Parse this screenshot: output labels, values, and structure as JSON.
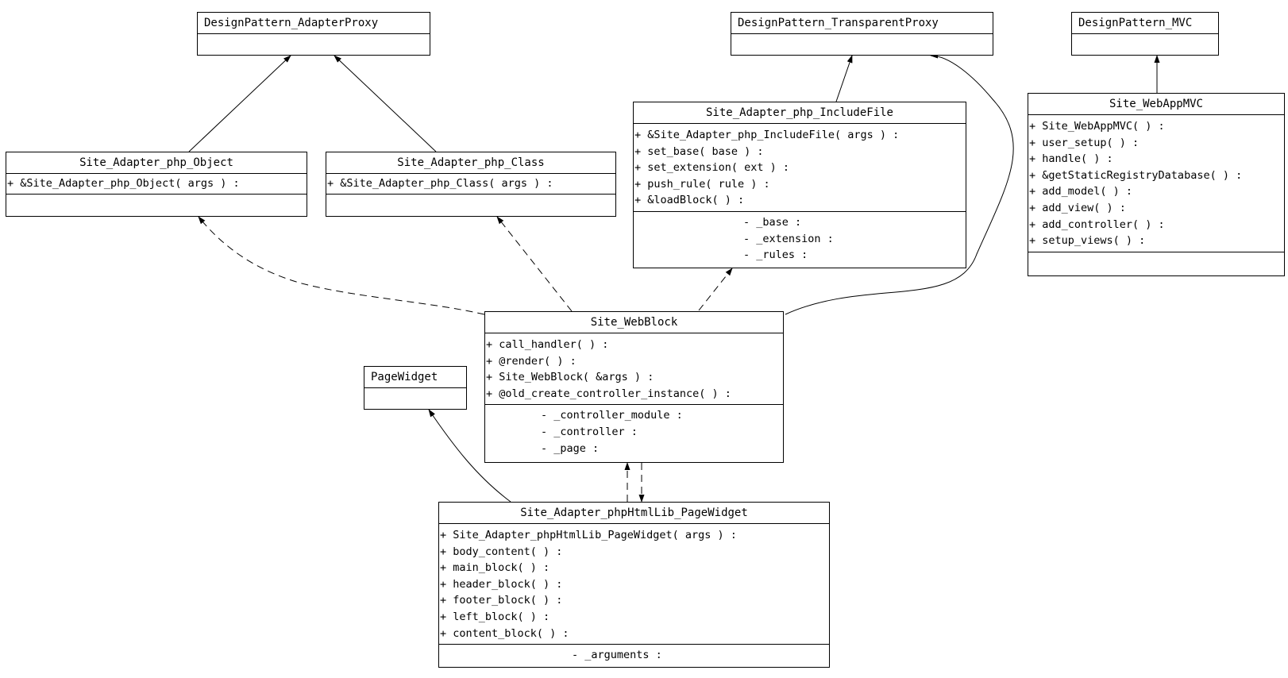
{
  "classes": {
    "adapter_proxy": {
      "name": "DesignPattern_AdapterProxy",
      "operations": [],
      "attributes": []
    },
    "transparent_proxy": {
      "name": "DesignPattern_TransparentProxy",
      "operations": [],
      "attributes": []
    },
    "mvc": {
      "name": "DesignPattern_MVC",
      "operations": [],
      "attributes": []
    },
    "php_object": {
      "name": "Site_Adapter_php_Object",
      "operations": [
        "+ &Site_Adapter_php_Object( args ) :"
      ],
      "attributes": []
    },
    "php_class": {
      "name": "Site_Adapter_php_Class",
      "operations": [
        "+ &Site_Adapter_php_Class( args ) :"
      ],
      "attributes": []
    },
    "include_file": {
      "name": "Site_Adapter_php_IncludeFile",
      "operations": [
        "+ &Site_Adapter_php_IncludeFile( args ) :",
        "+ set_base( base ) :",
        "+ set_extension( ext ) :",
        "+ push_rule( rule ) :",
        "+ &loadBlock( ) :"
      ],
      "attributes": [
        "- _base :",
        "- _extension :",
        "- _rules :"
      ]
    },
    "webappmvc": {
      "name": "Site_WebAppMVC",
      "operations": [
        "+ Site_WebAppMVC( ) :",
        "+ user_setup( ) :",
        "+ handle( ) :",
        "+ &getStaticRegistryDatabase( ) :",
        "+ add_model( ) :",
        "+ add_view( ) :",
        "+ add_controller( ) :",
        "+ setup_views( ) :"
      ],
      "attributes": []
    },
    "webblock": {
      "name": "Site_WebBlock",
      "operations": [
        "+ call_handler( ) :",
        "+ @render( ) :",
        "+ Site_WebBlock( &args ) :",
        "+ @old_create_controller_instance( ) :"
      ],
      "attributes": [
        "- _controller_module :",
        "- _controller :",
        "- _page :"
      ]
    },
    "pagewidget": {
      "name": "PageWidget",
      "operations": [],
      "attributes": []
    },
    "phphtmllib_pagewidget": {
      "name": "Site_Adapter_phpHtmlLib_PageWidget",
      "operations": [
        "+ Site_Adapter_phpHtmlLib_PageWidget( args ) :",
        "+ body_content( ) :",
        "+ main_block( ) :",
        "+ header_block( ) :",
        "+ footer_block( ) :",
        "+ left_block( ) :",
        "+ content_block( ) :"
      ],
      "attributes": [
        "- _arguments :"
      ]
    }
  }
}
